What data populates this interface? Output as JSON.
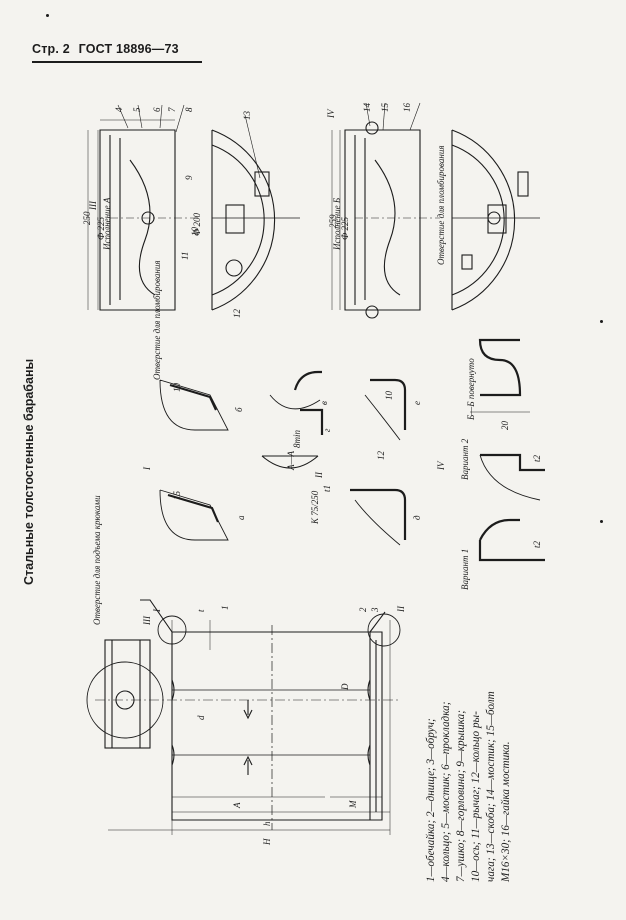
{
  "header": {
    "page": "Стр. 2",
    "standard": "ГОСТ 18896—73"
  },
  "title": "Стальные толстостенные барабаны",
  "views": {
    "iii": "III",
    "i": "I",
    "ii": "II",
    "iv": "IV",
    "variant_a": "Исполнение А",
    "variant_b": "Исполнение Б",
    "section_aa": "А—А",
    "section_bb": "Б—Б повернуто",
    "var1": "Вариант 1",
    "var2": "Вариант 2"
  },
  "notes": {
    "lift_hole": "Отверстие для подъема крюками",
    "seal_hole_a": "Отверстие для пломбирования",
    "seal_hole_b": "Отверстие для пломбирования"
  },
  "dims": {
    "d250": "250",
    "d225a": "Ф 225",
    "d200": "Ф 200",
    "d259": "259",
    "d225b": "Ф 225",
    "d10": "10",
    "d15": "15",
    "d8min": "8min",
    "d12": "12",
    "d10b": "10",
    "d20": "20",
    "k75": "К 75/250",
    "H": "H",
    "h": "h",
    "A": "А",
    "M": "М",
    "D": "D",
    "d": "d",
    "t": "t",
    "t1": "t1",
    "t2": "t2",
    "t2b": "t2"
  },
  "letters": {
    "a": "а",
    "b": "б",
    "v": "в",
    "g": "г",
    "d": "д",
    "e": "е"
  },
  "legend": [
    "1—обечайка;  2—днище;  3—обруч;",
    "4—кольцо; 5—мостик; 6—прокладка;",
    "7—ушко;  8—горловина;  9—крышка;",
    "10—ось; 11—рычаг; 12—кольцо ры-",
    "чага; 13—скоба; 14—мостик; 15—болт",
    "М16×30; 16—гайка мостика."
  ],
  "parts": [
    "1",
    "2",
    "3",
    "4",
    "5",
    "6",
    "7",
    "8",
    "9",
    "10",
    "11",
    "12",
    "13",
    "14",
    "15",
    "16"
  ]
}
